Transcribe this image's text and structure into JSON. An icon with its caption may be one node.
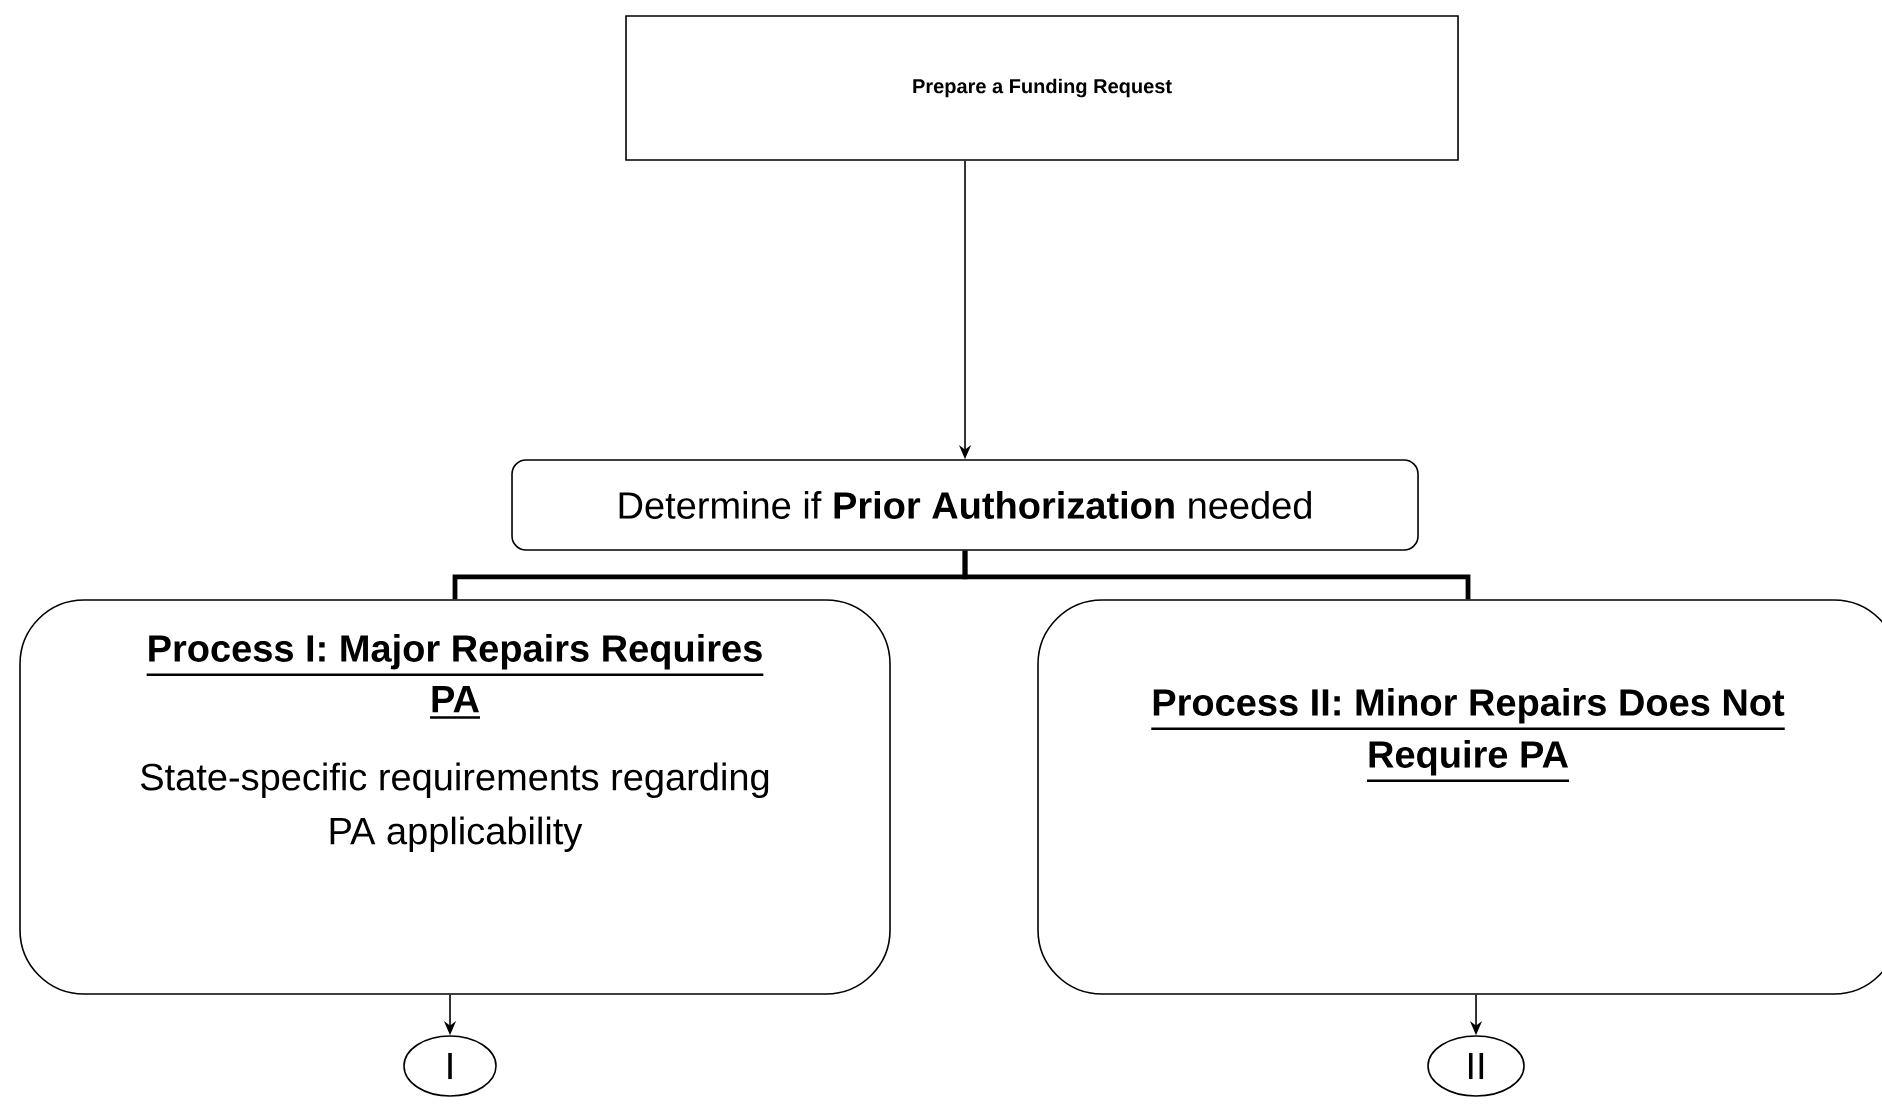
{
  "diagram": {
    "nodes": [
      {
        "text": [
          "Prepare a Funding Request"
        ]
      },
      {
        "text": [
          "Determine if **Prior Authorization** needed"
        ]
      },
      {
        "text": [
          "Process I: Major Repairs Requires PA",
          "State-specific requirements regarding PA applicability"
        ]
      },
      {
        "text": [
          "Process II: Minor Repairs Does Not Require PA"
        ]
      },
      {
        "text": [
          "I"
        ]
      },
      {
        "text": [
          "II"
        ]
      }
    ],
    "edges": [
      {
        "from": 0,
        "to": 1,
        "arrow": "to"
      },
      {
        "from": 1,
        "to": 2,
        "arrow": "none",
        "style": "thick"
      },
      {
        "from": 1,
        "to": 3,
        "arrow": "none",
        "style": "thick"
      },
      {
        "from": 2,
        "to": 4,
        "arrow": "to"
      },
      {
        "from": 3,
        "to": 5,
        "arrow": "to"
      }
    ]
  }
}
